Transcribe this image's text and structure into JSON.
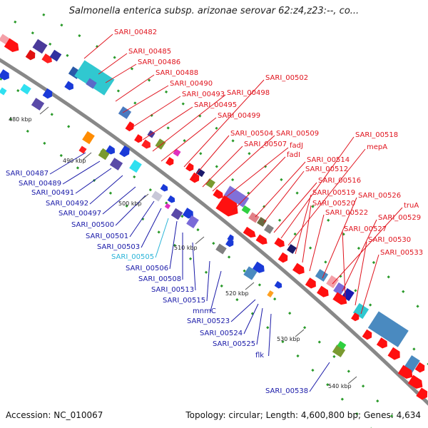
{
  "header": {
    "title": "Salmonella enterica subsp. arizonae serovar 62:z4,z23:--, co..."
  },
  "footer": {
    "accession": "Accession: NC_010067",
    "topology": "Topology: circular; Length: 4,600,800 bp; Genes: 4,634"
  },
  "genome_map": {
    "backbone_color": "#888888",
    "forward_label_color": "#e0141e",
    "reverse_label_color": "#1a1aa8",
    "highlight_label_color": "#2ab4d8",
    "ticks": [
      "480 kbp",
      "490 kbp",
      "500 kbp",
      "510 kbp",
      "520 kbp",
      "530 kbp",
      "540 kbp"
    ],
    "forward_labels": [
      "SARI_00482",
      "SARI_00485",
      "SARI_00486",
      "SARI_00488",
      "SARI_00490",
      "SARI_00493",
      "SARI_00495",
      "SARI_00498",
      "SARI_00499",
      "SARI_00502",
      "SARI_00504",
      "SARI_00507",
      "SARI_00509",
      "fadJ",
      "fadI",
      "SARI_00514",
      "SARI_00512",
      "SARI_00516",
      "SARI_00518",
      "mepA",
      "SARI_00519",
      "SARI_00520",
      "SARI_00522",
      "SARI_00526",
      "truA",
      "SARI_00529",
      "SARI_00527",
      "SARI_00530",
      "SARI_00533"
    ],
    "reverse_labels": [
      "SARI_00487",
      "SARI_00489",
      "SARI_00491",
      "SARI_00492",
      "SARI_00497",
      "SARI_00500",
      "SARI_00501",
      "SARI_00503",
      "SARI_00505",
      "SARI_00506",
      "SARI_00508",
      "SARI_00513",
      "SARI_00515",
      "mnmC",
      "SARI_00523",
      "SARI_00524",
      "SARI_00525",
      "flk",
      "SARI_00538"
    ]
  }
}
